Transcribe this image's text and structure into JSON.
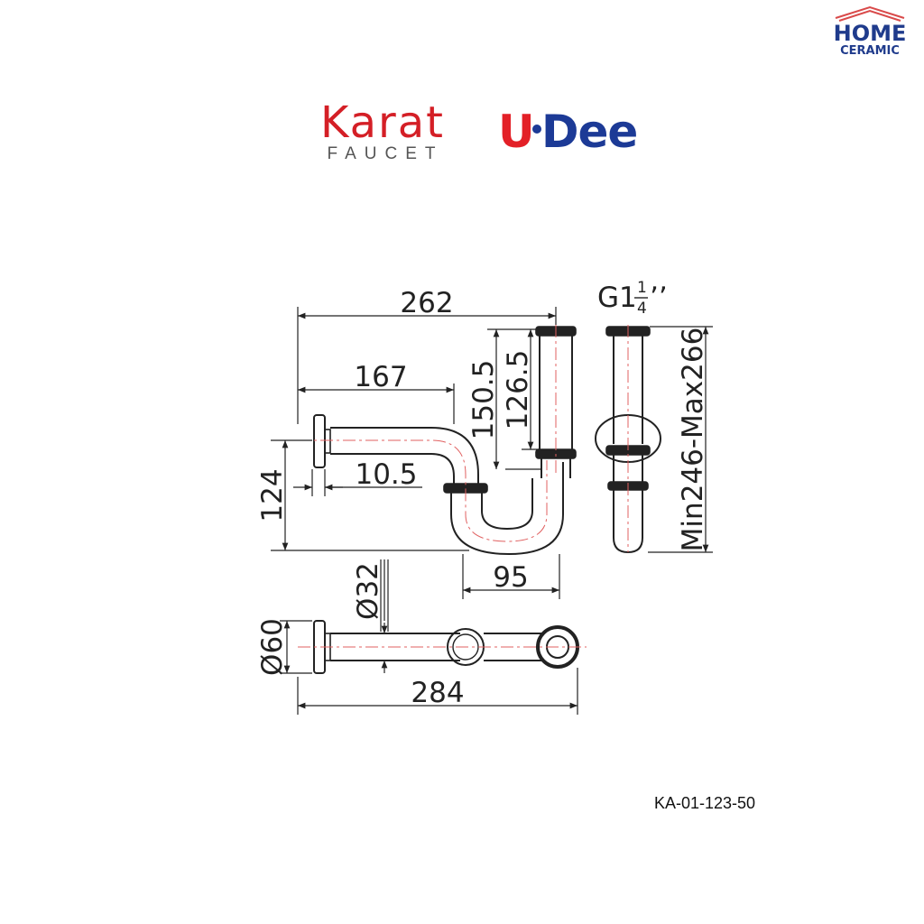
{
  "brand": {
    "home_top": "HOME",
    "home_bottom": "CERAMIC",
    "karat_name": "Karat",
    "karat_sub": "FAUCET",
    "udee_u": "U",
    "udee_rest": "Dee"
  },
  "colors": {
    "karat_red": "#d41f26",
    "udee_red": "#e32027",
    "udee_blue": "#1c3a96",
    "home_blue": "#1f3b8c",
    "centerline_red": "#e06060",
    "line": "#222222"
  },
  "dimensions": {
    "overall_width": "262",
    "outlet_length": "167",
    "tailpiece_height": "150.5",
    "tail_inner": "126.5",
    "flange_thickness": "10.5",
    "outlet_height": "124",
    "trap_width": "95",
    "thread_prefix": "G1",
    "thread_num": "1",
    "thread_den": "4",
    "thread_suffix": "’’",
    "adjustable_height": "Min246-Max266",
    "pipe_diameter": "Ø32",
    "flange_diameter": "Ø60",
    "plan_length": "284"
  },
  "model_code": "KA-01-123-50"
}
